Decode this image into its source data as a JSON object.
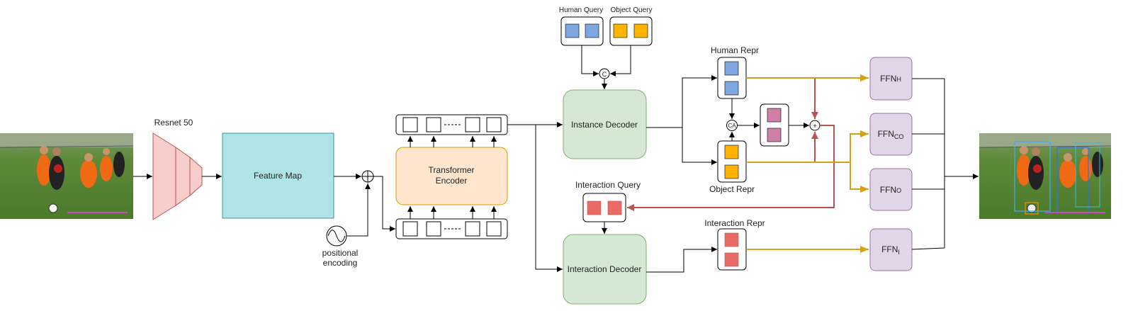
{
  "labels": {
    "resnet": "Resnet 50",
    "feature_map": "Feature Map",
    "transformer_encoder_line1": "Transformer",
    "transformer_encoder_line2": "Encoder",
    "positional_line1": "positional",
    "positional_line2": "encoding",
    "human_query": "Human Query",
    "object_query": "Object Query",
    "concat_symbol": "C",
    "instance_decoder": "Instance Decoder",
    "interaction_query": "Interaction Query",
    "interaction_decoder": "Interaction Decoder",
    "human_repr": "Human Repr",
    "object_repr": "Object Repr",
    "ca_symbol": "CA",
    "plus_symbol": "+",
    "interaction_repr": "Interaction Repr",
    "ffn_h_main": "FFN",
    "ffn_h_sub": "H",
    "ffn_co_main": "FFN",
    "ffn_co_sub": "CO",
    "ffn_o_main": "FFN",
    "ffn_o_sub": "O",
    "ffn_i_main": "FFN",
    "ffn_i_sub": "I"
  },
  "colors": {
    "resnet_fill": "#f8cecc",
    "resnet_stroke": "#b85450",
    "feature_map_fill": "#b0e3e6",
    "encoder_fill": "#ffe6cc",
    "encoder_stroke": "#d79b00",
    "decoder_fill": "#d5e8d4",
    "decoder_stroke": "#82b366",
    "ffn_fill": "#e1d5e7",
    "ffn_stroke": "#9673a6",
    "human_token": "#7ea6e0",
    "object_token": "#ffb300",
    "interaction_token": "#ea6b66",
    "fused_token": "#d080a8",
    "gold_arrow": "#d4a017",
    "red_arrow": "#b85450"
  },
  "icons": {
    "input_image": "soccer-photo",
    "output_image": "soccer-photo-with-boxes"
  }
}
